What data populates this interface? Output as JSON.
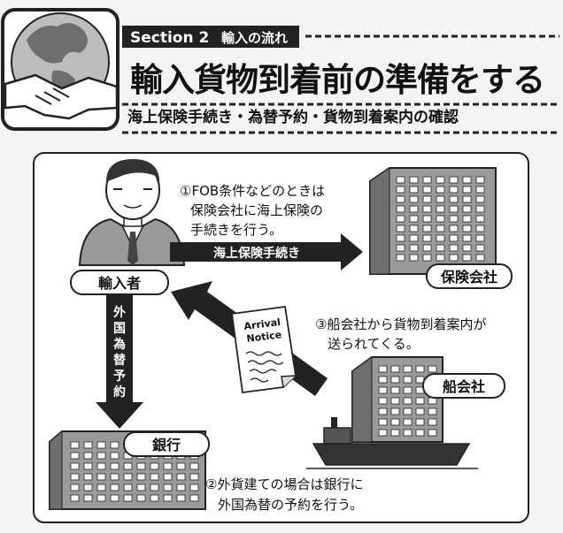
{
  "header": {
    "section_label": "Section 2",
    "section_title": "輸入の流れ",
    "title": "輸入貨物到着前の準備をする",
    "subtitle": "海上保険手続き・為替予約・貨物到着案内の確認"
  },
  "actors": {
    "importer": "輸入者",
    "insurance": "保険会社",
    "shipping": "船会社",
    "bank": "銀行"
  },
  "steps": {
    "step1": [
      "①FOB条件などのときは",
      "保険会社に海上保険の",
      "手続きを行う。"
    ],
    "step2": [
      "②外貨建ての場合は銀行に",
      "外国為替の予約を行う。"
    ],
    "step3": [
      "③船会社から貨物到着案内が",
      "送られてくる。"
    ]
  },
  "arrows": {
    "insurance_arrow": "海上保険手続き",
    "forex_arrow": [
      "外",
      "国",
      "為",
      "替",
      "予",
      "約"
    ]
  },
  "notice": [
    "Arrival",
    "Notice"
  ],
  "colors": {
    "dark": "#222222",
    "building_fill": "#9a9a9a",
    "panel_bg": "#ffffff"
  }
}
